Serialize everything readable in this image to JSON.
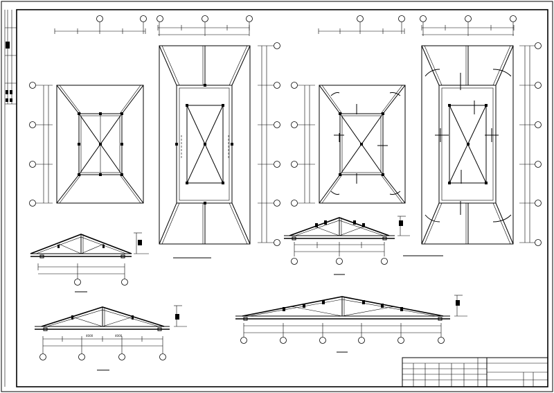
{
  "colors": {
    "paper": "#ffffff",
    "ink": "#000000"
  },
  "dimensions": {
    "elevation_3_left": "4000",
    "elevation_3_right": "4000"
  },
  "views": [
    {
      "id": "plan-1"
    },
    {
      "id": "plan-2"
    },
    {
      "id": "plan-3"
    },
    {
      "id": "plan-4"
    },
    {
      "id": "elevation-1"
    },
    {
      "id": "elevation-2"
    },
    {
      "id": "elevation-3"
    },
    {
      "id": "elevation-4"
    }
  ]
}
